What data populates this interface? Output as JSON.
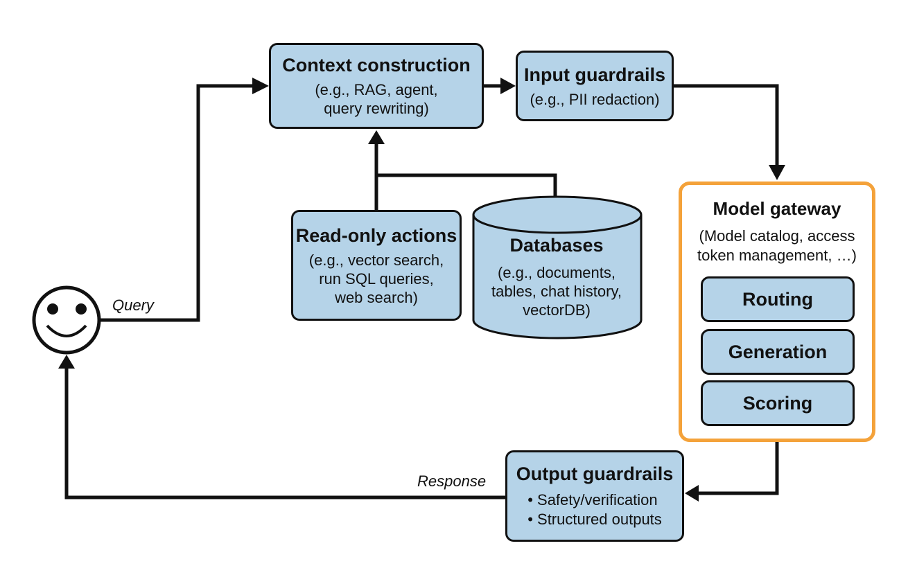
{
  "nodes": {
    "context_construction": {
      "title": "Context construction",
      "sub": [
        "(e.g., RAG, agent,",
        "query rewriting)"
      ]
    },
    "input_guardrails": {
      "title": "Input guardrails",
      "sub": [
        "(e.g., PII redaction)"
      ]
    },
    "read_only_actions": {
      "title": "Read-only actions",
      "sub": [
        "(e.g., vector search,",
        "run SQL queries,",
        "web search)"
      ]
    },
    "databases": {
      "title": "Databases",
      "sub": [
        "(e.g., documents,",
        "tables, chat history,",
        "vectorDB)"
      ]
    },
    "model_gateway": {
      "title": "Model gateway",
      "sub": [
        "(Model catalog, access",
        "token management, …)"
      ],
      "components": [
        "Routing",
        "Generation",
        "Scoring"
      ]
    },
    "output_guardrails": {
      "title": "Output guardrails",
      "bullets": [
        "Safety/verification",
        "Structured outputs"
      ]
    }
  },
  "edges": {
    "query_label": "Query",
    "response_label": "Response"
  },
  "colors": {
    "box_fill": "#b5d3e8",
    "gateway_border": "#f4a23a",
    "line": "#111111"
  }
}
